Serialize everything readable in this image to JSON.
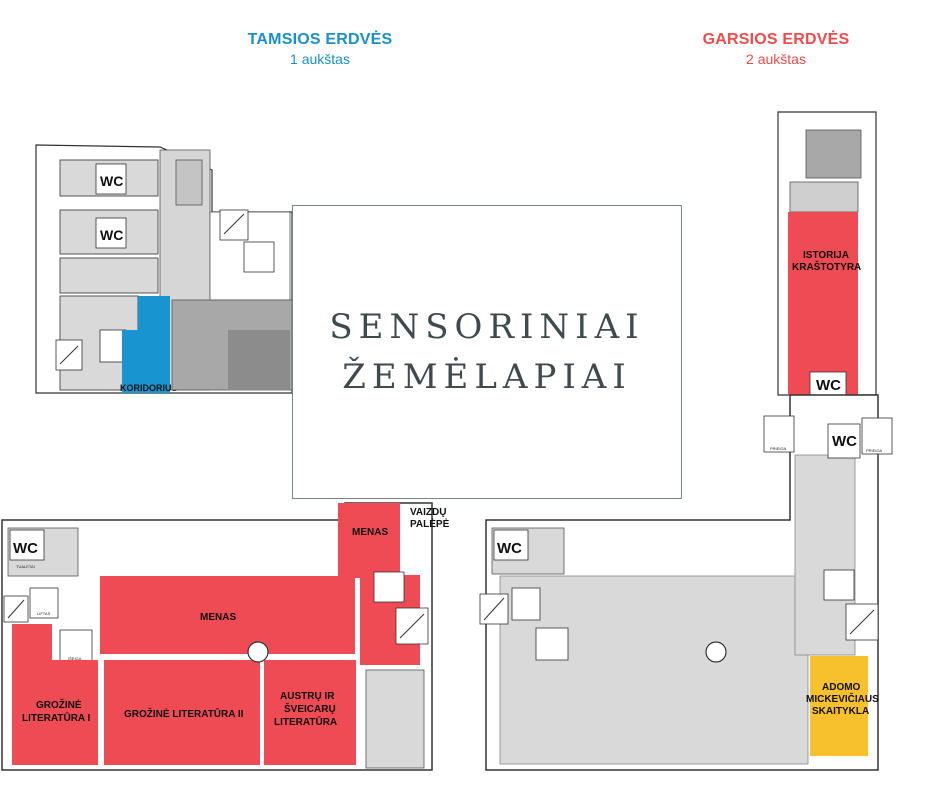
{
  "headers": {
    "dark": {
      "title": "TAMSIOS ERDVĖS",
      "floor": "1 aukštas",
      "color": "#1b8fc9"
    },
    "loud": {
      "title": "GARSIOS ERDVĖS",
      "floor": "2 aukštas",
      "color": "#ef4b4b"
    }
  },
  "title": {
    "line1": "SENSORINIAI",
    "line2": "ŽEMĖLAPIAI"
  },
  "colors": {
    "loud": "#ef4b55",
    "dark": "#1895d0",
    "reading": "#f7c12e",
    "room": "#d9d9d9",
    "room_dark": "#a8a8a8"
  },
  "rooms": {
    "koridorius": "KORIDORIUS",
    "istorija": "ISTORIJA",
    "krastotyra": "KRAŠTOTYRA",
    "menas_tower": "MENAS",
    "vaizdu_1": "VAIZDŲ",
    "vaizdu_2": "PALĖPĖ",
    "menas_hall": "MENAS",
    "grozine1_a": "GROŽINĖ",
    "grozine1_b": "LITERATŪRA I",
    "grozine2": "GROŽINĖ LITERATŪRA II",
    "austru_a": "AUSTRŲ IR",
    "austru_b": "ŠVEICARŲ",
    "austru_c": "LITERATŪRA",
    "adomo_a": "ADOMO",
    "adomo_b": "MICKEVIČIAUS",
    "adomo_c": "SKAITYKLA"
  },
  "symbols": {
    "wc": "WC",
    "tualetai": "TUALETAI",
    "liftas": "LIFTAS",
    "iseiga": "IŠEIGA",
    "prieiga": "PRIEIGA"
  }
}
